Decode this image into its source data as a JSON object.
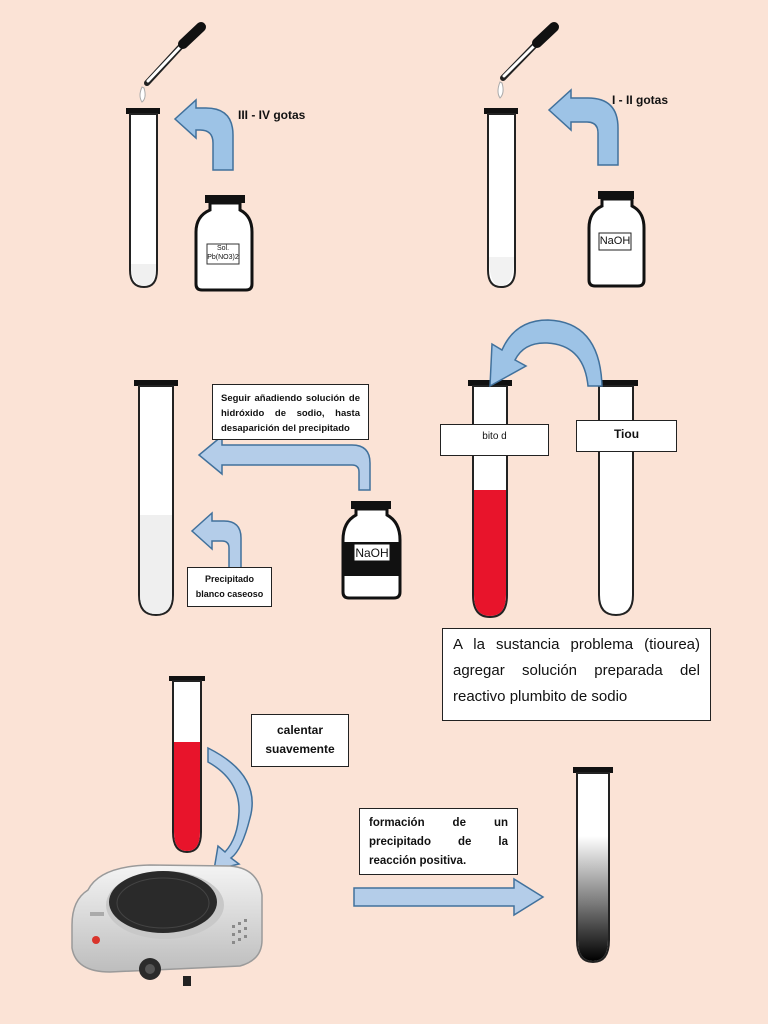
{
  "labels": {
    "drops_iii_iv": "III - IV gotas",
    "drops_i_ii": "I - II gotas",
    "bottle_pb_line1": "Sol.",
    "bottle_pb_line2": "Pb(NO3)2",
    "bottle_naoh_1": "NaOH",
    "bottle_naoh_2": "NaOH",
    "continue_adding": "Seguir añadiendo solución de hidróxido de sodio, hasta desaparición del precipitado",
    "precipitate": "Precipitado blanco caseoso",
    "tube_label_left": "bito d",
    "tube_label_right": "Tiou",
    "instruction": "A la sustancia problema (tiourea) agregar solución preparada del reactivo plumbito de sodio",
    "heat": "calentar suavemente",
    "formation": "formación de un precipitado de la reacción positiva."
  },
  "colors": {
    "background": "#fbe3d6",
    "arrow_fill": "#9dc3e6",
    "arrow_stroke": "#41719c",
    "reagent_red": "#e8142b",
    "precipitate_black": "#000000"
  }
}
